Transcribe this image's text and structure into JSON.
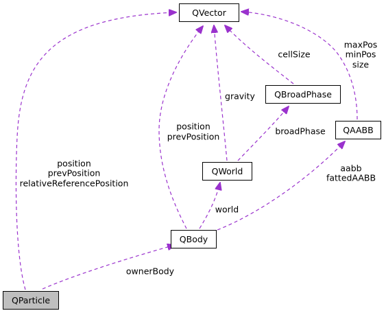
{
  "colors": {
    "edge": "#9a32cd",
    "node_fill": "#ffffff",
    "highlight_fill": "#bfbfbf",
    "border": "#000000"
  },
  "nodes": [
    {
      "id": "qvector",
      "label": "QVector"
    },
    {
      "id": "qbroadphase",
      "label": "QBroadPhase"
    },
    {
      "id": "qaabb",
      "label": "QAABB"
    },
    {
      "id": "qworld",
      "label": "QWorld"
    },
    {
      "id": "qbody",
      "label": "QBody"
    },
    {
      "id": "qparticle",
      "label": "QParticle",
      "highlighted": true
    }
  ],
  "edges": [
    {
      "from": "qparticle",
      "to": "qvector",
      "labels": [
        "position",
        "prevPosition",
        "relativeReferencePosition"
      ]
    },
    {
      "from": "qparticle",
      "to": "qbody",
      "labels": [
        "ownerBody"
      ]
    },
    {
      "from": "qbody",
      "to": "qvector",
      "labels": [
        "position",
        "prevPosition"
      ]
    },
    {
      "from": "qworld",
      "to": "qvector",
      "labels": [
        "gravity"
      ]
    },
    {
      "from": "qbroadphase",
      "to": "qvector",
      "labels": [
        "cellSize"
      ]
    },
    {
      "from": "qaabb",
      "to": "qvector",
      "labels": [
        "maxPos",
        "minPos",
        "size"
      ]
    },
    {
      "from": "qworld",
      "to": "qbroadphase",
      "labels": [
        "broadPhase"
      ]
    },
    {
      "from": "qbody",
      "to": "qworld",
      "labels": [
        "world"
      ]
    },
    {
      "from": "qbody",
      "to": "qaabb",
      "labels": [
        "aabb",
        "fattedAABB"
      ]
    }
  ]
}
